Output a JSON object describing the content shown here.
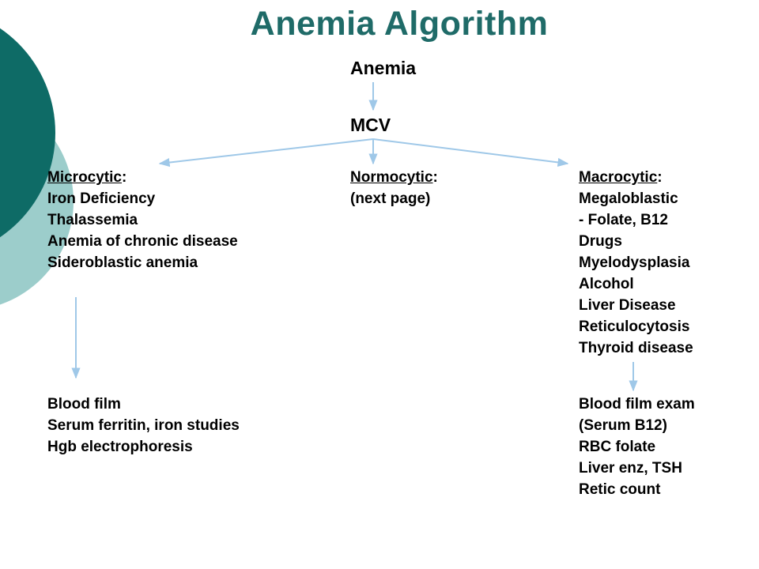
{
  "title": "Anemia Algorithm",
  "colors": {
    "title": "#1f6b68",
    "dark_circle": "#0e6b66",
    "light_circle": "#9ccdcb",
    "arrow": "#9fc8e8"
  },
  "nodes": {
    "root": "Anemia",
    "mcv": "MCV"
  },
  "microcytic": {
    "heading": "Microcytic",
    "suffix": ":",
    "items": [
      "Iron Deficiency",
      "Thalassemia",
      "Anemia of chronic disease",
      "Sideroblastic anemia"
    ],
    "workup": [
      "Blood film",
      "Serum ferritin, iron studies",
      "Hgb electrophoresis"
    ]
  },
  "normocytic": {
    "heading": "Normocytic",
    "suffix": ":",
    "items": [
      "(next page)"
    ]
  },
  "macrocytic": {
    "heading": "Macrocytic",
    "suffix": ":",
    "items": [
      "Megaloblastic",
      "- Folate, B12",
      "Drugs",
      "Myelodysplasia",
      "Alcohol",
      "Liver Disease",
      "Reticulocytosis",
      "Thyroid disease"
    ],
    "workup": [
      "Blood film exam",
      "(Serum B12)",
      "RBC folate",
      "Liver enz, TSH",
      "Retic count"
    ]
  }
}
